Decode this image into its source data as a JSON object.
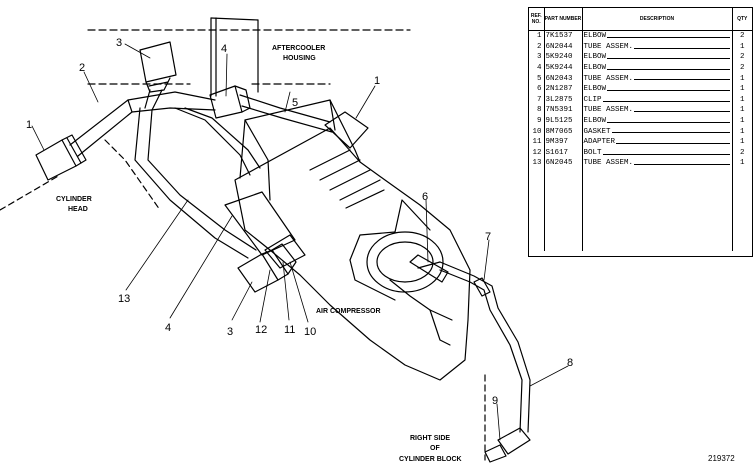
{
  "callouts": [
    {
      "id": "c1a",
      "text": "1"
    },
    {
      "id": "c1b",
      "text": "1"
    },
    {
      "id": "c2",
      "text": "2"
    },
    {
      "id": "c3a",
      "text": "3"
    },
    {
      "id": "c3b",
      "text": "3"
    },
    {
      "id": "c4a",
      "text": "4"
    },
    {
      "id": "c4b",
      "text": "4"
    },
    {
      "id": "c5",
      "text": "5"
    },
    {
      "id": "c6",
      "text": "6"
    },
    {
      "id": "c7",
      "text": "7"
    },
    {
      "id": "c8",
      "text": "8"
    },
    {
      "id": "c9",
      "text": "9"
    },
    {
      "id": "c10",
      "text": "10"
    },
    {
      "id": "c11",
      "text": "11"
    },
    {
      "id": "c12",
      "text": "12"
    },
    {
      "id": "c13",
      "text": "13"
    }
  ],
  "labels": {
    "aftercooler_1": "AFTERCOOLER",
    "aftercooler_2": "HOUSING",
    "cylinder_head_1": "CYLINDER",
    "cylinder_head_2": "HEAD",
    "air_compressor": "AIR COMPRESSOR",
    "right_side_1": "RIGHT SIDE",
    "right_side_2": "OF",
    "right_side_3": "CYLINDER BLOCK",
    "figure_number": "219372"
  },
  "table": {
    "headers": {
      "ref": "REF. NO.",
      "part": "PART NUMBER",
      "desc": "DESCRIPTION",
      "qty": "QTY"
    },
    "rows": [
      {
        "ref": "1",
        "part": "7K1537",
        "desc": "ELBOW",
        "qty": "2"
      },
      {
        "ref": "2",
        "part": "6N2044",
        "desc": "TUBE ASSEM.",
        "qty": "1"
      },
      {
        "ref": "3",
        "part": "5K9240",
        "desc": "ELBOW",
        "qty": "2"
      },
      {
        "ref": "4",
        "part": "5K9244",
        "desc": "ELBOW",
        "qty": "2"
      },
      {
        "ref": "5",
        "part": "6N2043",
        "desc": "TUBE ASSEM.",
        "qty": "1"
      },
      {
        "ref": "6",
        "part": "2N1287",
        "desc": "ELBOW",
        "qty": "1"
      },
      {
        "ref": "7",
        "part": "3L2875",
        "desc": "CLIP",
        "qty": "1"
      },
      {
        "ref": "8",
        "part": "7N5391",
        "desc": "TUBE ASSEM.",
        "qty": "1"
      },
      {
        "ref": "9",
        "part": "9L5125",
        "desc": "ELBOW",
        "qty": "1"
      },
      {
        "ref": "10",
        "part": "8M7065",
        "desc": "GASKET",
        "qty": "1"
      },
      {
        "ref": "11",
        "part": "9M397",
        "desc": "ADAPTER",
        "qty": "1"
      },
      {
        "ref": "12",
        "part": "S1617",
        "desc": "BOLT",
        "qty": "2"
      },
      {
        "ref": "13",
        "part": "6N2045",
        "desc": "TUBE ASSEM.",
        "qty": "1"
      }
    ]
  }
}
